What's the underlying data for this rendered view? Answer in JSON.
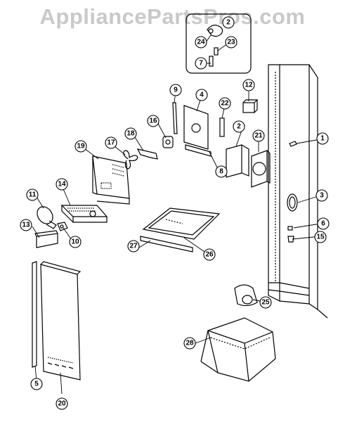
{
  "watermark": "AppliancePartsPros.com",
  "callouts": [
    {
      "id": "c1",
      "text": "1"
    },
    {
      "id": "c2",
      "text": "2"
    },
    {
      "id": "c3",
      "text": "3"
    },
    {
      "id": "c4",
      "text": "4"
    },
    {
      "id": "c5",
      "text": "5"
    },
    {
      "id": "c6",
      "text": "6"
    },
    {
      "id": "c7",
      "text": "7"
    },
    {
      "id": "c8",
      "text": "8"
    },
    {
      "id": "c9",
      "text": "9"
    },
    {
      "id": "c10",
      "text": "10"
    },
    {
      "id": "c11",
      "text": "11"
    },
    {
      "id": "c12",
      "text": "12"
    },
    {
      "id": "c13",
      "text": "13"
    },
    {
      "id": "c14",
      "text": "14"
    },
    {
      "id": "c15",
      "text": "15"
    },
    {
      "id": "c16",
      "text": "16"
    },
    {
      "id": "c17",
      "text": "17"
    },
    {
      "id": "c18",
      "text": "18"
    },
    {
      "id": "c19",
      "text": "19"
    },
    {
      "id": "c20",
      "text": "20"
    },
    {
      "id": "c21",
      "text": "21"
    },
    {
      "id": "c22",
      "text": "22"
    },
    {
      "id": "c23",
      "text": "23"
    },
    {
      "id": "c24",
      "text": "24"
    },
    {
      "id": "c25",
      "text": "25"
    },
    {
      "id": "c26",
      "text": "26"
    },
    {
      "id": "c27",
      "text": "27"
    },
    {
      "id": "c28",
      "text": "28"
    }
  ]
}
